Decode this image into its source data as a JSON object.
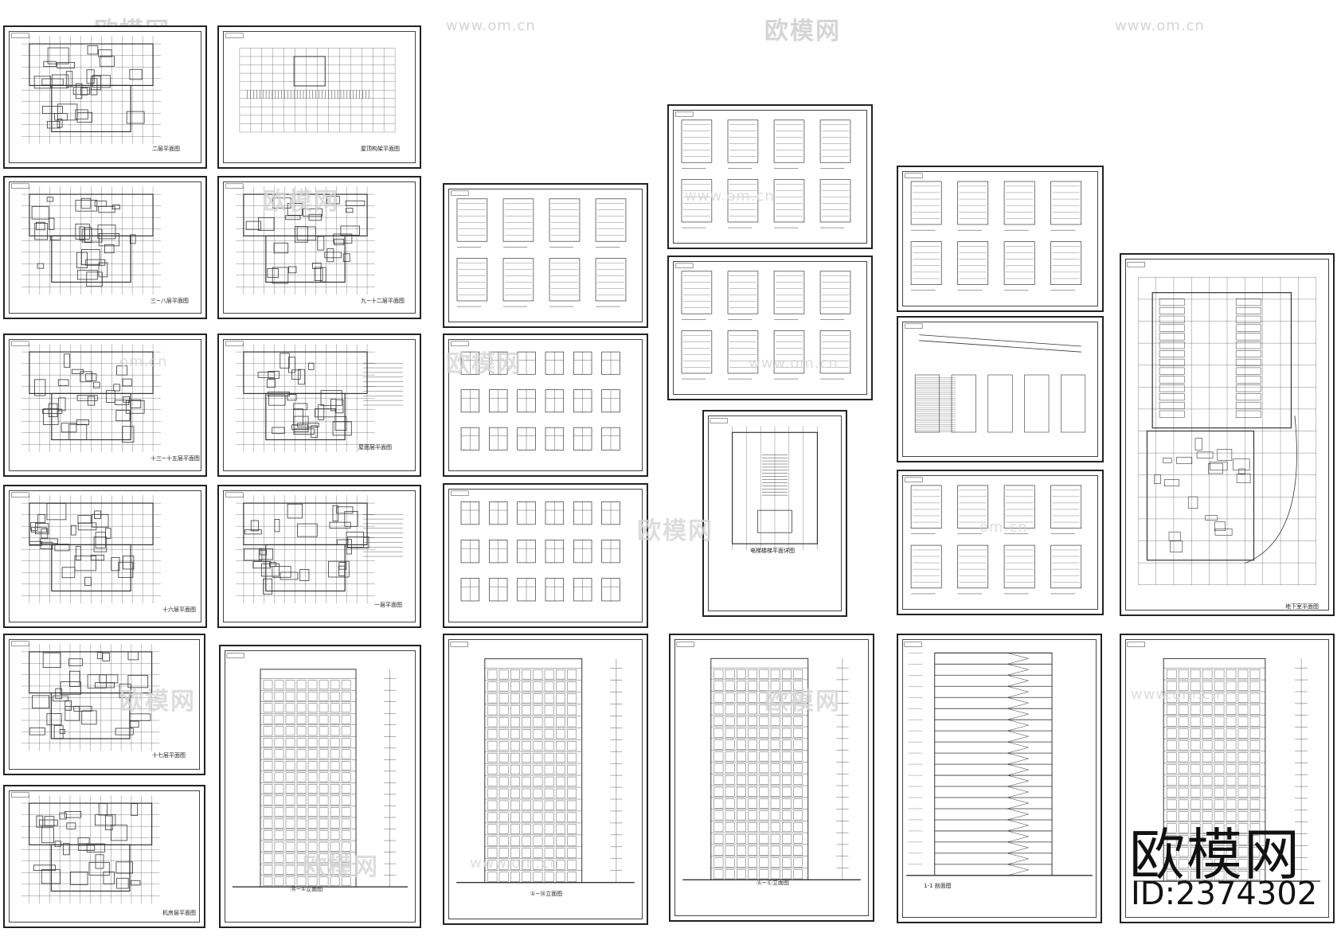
{
  "watermarks": {
    "brand": "欧模网",
    "url": "www.om.cn",
    "url_partial": "om.cn"
  },
  "image_id": "ID:2374302",
  "sheets": [
    {
      "key": "s1",
      "kind": "plan",
      "title": "二层平面图"
    },
    {
      "key": "s2",
      "kind": "plan",
      "title": "屋顶构架平面图"
    },
    {
      "key": "s3",
      "kind": "plan",
      "title": "三~八层平面图"
    },
    {
      "key": "s4",
      "kind": "plan",
      "title": "九~十二层平面图"
    },
    {
      "key": "s5",
      "kind": "plan",
      "title": "十三~十五层平面图"
    },
    {
      "key": "s6",
      "kind": "plan",
      "title": "屋面层平面图"
    },
    {
      "key": "s7",
      "kind": "plan",
      "title": "十六层平面图"
    },
    {
      "key": "s8",
      "kind": "plan",
      "title": "一层平面图"
    },
    {
      "key": "s9",
      "kind": "plan",
      "title": "十七层平面图"
    },
    {
      "key": "s10",
      "kind": "plan",
      "title": "机房层平面图"
    },
    {
      "key": "s11",
      "kind": "elev",
      "title": "⑭~①立面图"
    },
    {
      "key": "s12",
      "kind": "detail",
      "title": ""
    },
    {
      "key": "s13",
      "kind": "window",
      "title": ""
    },
    {
      "key": "s14",
      "kind": "window",
      "title": ""
    },
    {
      "key": "s15",
      "kind": "elev",
      "title": "①~⑭立面图"
    },
    {
      "key": "s16",
      "kind": "detail",
      "title": ""
    },
    {
      "key": "s17",
      "kind": "detail",
      "title": ""
    },
    {
      "key": "s18",
      "kind": "plan",
      "title": "电梯楼梯平面详图"
    },
    {
      "key": "s19",
      "kind": "elev",
      "title": "Ⓐ~Ⓔ立面图"
    },
    {
      "key": "s20",
      "kind": "detail",
      "title": ""
    },
    {
      "key": "s21",
      "kind": "detail",
      "title": ""
    },
    {
      "key": "s22",
      "kind": "detail",
      "title": ""
    },
    {
      "key": "s23",
      "kind": "section",
      "title": "1-1 剖面图"
    },
    {
      "key": "s24",
      "kind": "garage",
      "title": "地下室平面图"
    },
    {
      "key": "s25",
      "kind": "elev",
      "title": ""
    }
  ]
}
